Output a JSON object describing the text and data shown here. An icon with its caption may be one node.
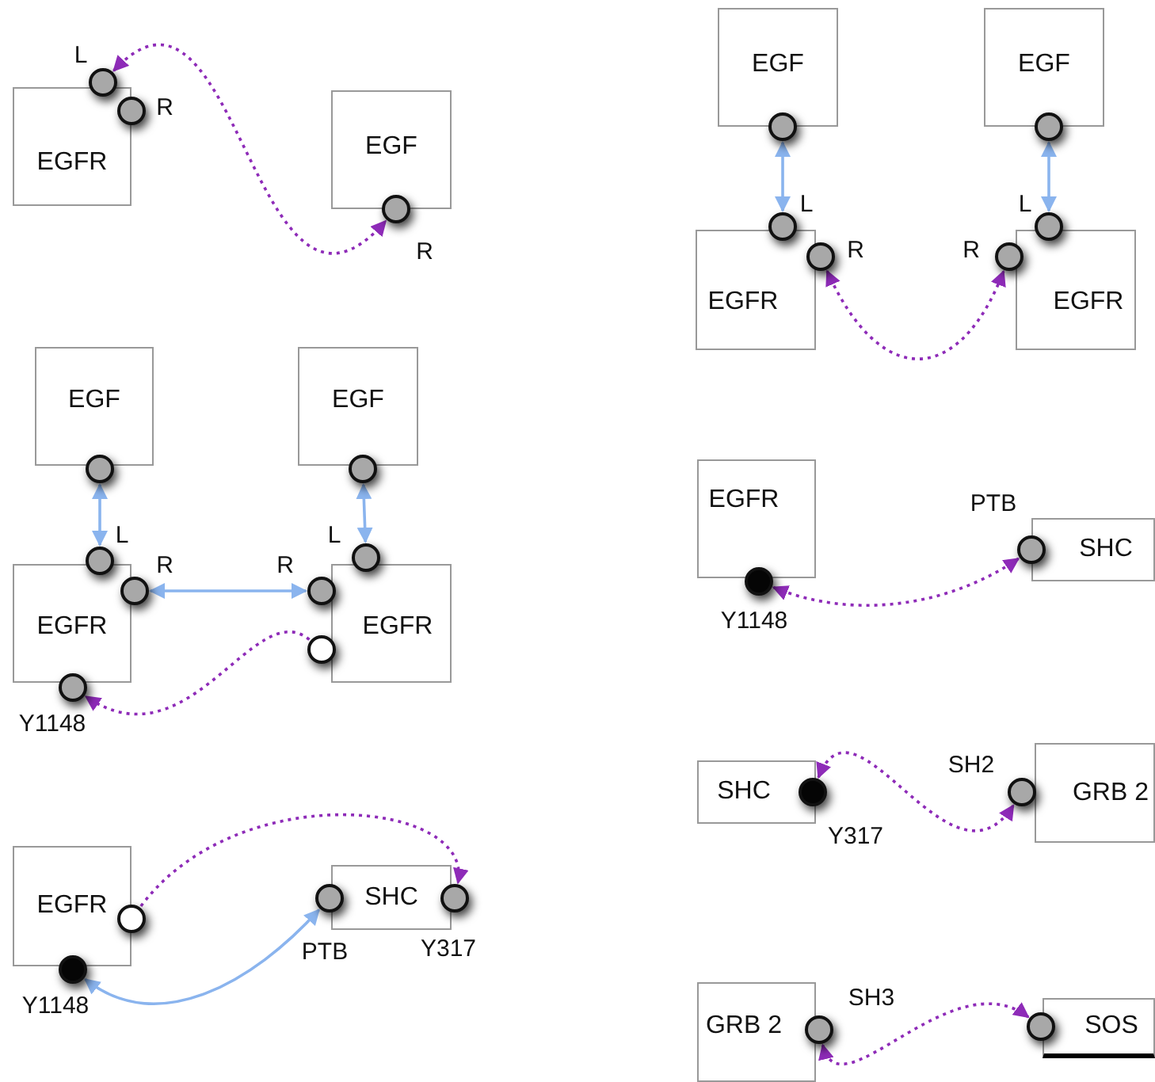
{
  "diagram": {
    "nodes": [
      {
        "text": [
          "EGFR"
        ]
      },
      {
        "text": [],
        "shape": "circle",
        "beside": [
          "L"
        ]
      },
      {
        "text": [],
        "shape": "circle",
        "beside": [
          "R"
        ]
      },
      {
        "text": [
          "EGF"
        ]
      },
      {
        "text": [],
        "shape": "circle",
        "beside": [
          "R"
        ]
      },
      {
        "text": [
          "EGF"
        ]
      },
      {
        "text": [],
        "shape": "circle"
      },
      {
        "text": [
          "EGFR"
        ]
      },
      {
        "text": [],
        "shape": "circle",
        "beside": [
          "L"
        ]
      },
      {
        "text": [],
        "shape": "circle",
        "beside": [
          "R"
        ]
      },
      {
        "text": [
          "EGF"
        ]
      },
      {
        "text": [],
        "shape": "circle"
      },
      {
        "text": [
          "EGFR"
        ]
      },
      {
        "text": [],
        "shape": "circle",
        "beside": [
          "L"
        ]
      },
      {
        "text": [],
        "shape": "circle",
        "beside": [
          "R"
        ]
      },
      {
        "text": [
          "EGF"
        ]
      },
      {
        "text": [],
        "shape": "circle"
      },
      {
        "text": [
          "EGFR"
        ]
      },
      {
        "text": [],
        "shape": "circle",
        "beside": [
          "L"
        ]
      },
      {
        "text": [],
        "shape": "circle",
        "beside": [
          "R"
        ]
      },
      {
        "text": [],
        "shape": "circle",
        "beside": [
          "Y1148"
        ]
      },
      {
        "text": [
          "EGF"
        ]
      },
      {
        "text": [],
        "shape": "circle"
      },
      {
        "text": [
          "EGFR"
        ]
      },
      {
        "text": [],
        "shape": "circle",
        "beside": [
          "L"
        ]
      },
      {
        "text": [],
        "shape": "circle",
        "beside": [
          "R"
        ]
      },
      {
        "text": [],
        "shape": "circle"
      },
      {
        "text": [
          "EGFR"
        ]
      },
      {
        "text": [],
        "shape": "circle"
      },
      {
        "text": [],
        "shape": "circle",
        "beside": [
          "Y1148"
        ]
      },
      {
        "text": [
          "SHC"
        ]
      },
      {
        "text": [],
        "shape": "circle"
      },
      {
        "text": [],
        "shape": "circle"
      },
      {
        "text": [
          "EGFR"
        ]
      },
      {
        "text": [],
        "shape": "circle",
        "beside": [
          "Y1148"
        ]
      },
      {
        "text": [
          "SHC"
        ]
      },
      {
        "text": [],
        "shape": "circle",
        "beside": [
          "PTB"
        ]
      },
      {
        "text": [
          "SHC"
        ]
      },
      {
        "text": [],
        "shape": "circle",
        "beside": [
          "Y317"
        ]
      },
      {
        "text": [
          "GRB 2"
        ]
      },
      {
        "text": [],
        "shape": "circle",
        "beside": [
          "SH2"
        ]
      },
      {
        "text": [
          "GRB 2"
        ]
      },
      {
        "text": [],
        "shape": "circle",
        "beside": [
          "SH3"
        ]
      },
      {
        "text": [
          "SOS"
        ]
      },
      {
        "text": [],
        "shape": "circle"
      }
    ],
    "edges": [
      {
        "from": 1,
        "to": 4,
        "arrow": "both",
        "style": "dashed"
      },
      {
        "from": 6,
        "to": 8,
        "arrow": "both",
        "color": "#8ab4ee"
      },
      {
        "from": 11,
        "to": 13,
        "arrow": "both",
        "color": "#8ab4ee"
      },
      {
        "from": 9,
        "to": 14,
        "arrow": "both",
        "style": "dashed"
      },
      {
        "from": 16,
        "to": 18,
        "arrow": "both",
        "color": "#8ab4ee"
      },
      {
        "from": 22,
        "to": 24,
        "arrow": "both",
        "color": "#8ab4ee"
      },
      {
        "from": 19,
        "to": 25,
        "arrow": "both",
        "color": "#8ab4ee"
      },
      {
        "from": 26,
        "to": 20,
        "arrow": "to",
        "style": "dashed"
      },
      {
        "from": 28,
        "to": 32,
        "arrow": "to",
        "style": "dashed"
      },
      {
        "from": 29,
        "to": 31,
        "arrow": "both",
        "color": "#8ab4ee"
      },
      {
        "from": 34,
        "to": 36,
        "arrow": "both",
        "style": "dashed"
      },
      {
        "from": 38,
        "to": 40,
        "arrow": "both",
        "style": "dashed"
      },
      {
        "from": 42,
        "to": 44,
        "arrow": "both",
        "style": "dashed"
      }
    ],
    "labels": [
      "PTB",
      "Y317"
    ]
  }
}
